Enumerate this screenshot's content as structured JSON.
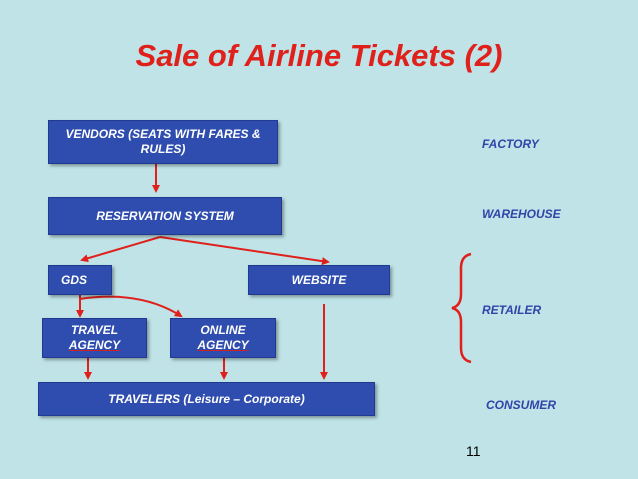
{
  "title": "Sale of Airline Tickets (2)",
  "boxes": {
    "vendors": "VENDORS (SEATS WITH FARES & RULES)",
    "reservation": "RESERVATION SYSTEM",
    "gds": "GDS",
    "website": "WEBSITE",
    "travel_agency_line1": "TRAVEL",
    "travel_agency_line2": "AGENCY",
    "online_agency_line1": "ONLINE",
    "online_agency_line2": "AGENCY",
    "travelers": "TRAVELERS (Leisure – Corporate)"
  },
  "side_labels": {
    "factory": "FACTORY",
    "warehouse": "WAREHOUSE",
    "retailer": "RETAILER",
    "consumer": "CONSUMER"
  },
  "page_number": "11",
  "colors": {
    "background": "#bfe3e7",
    "box_fill": "#2e4dae",
    "arrow": "#e0201b",
    "label_text": "#2f45a8"
  }
}
